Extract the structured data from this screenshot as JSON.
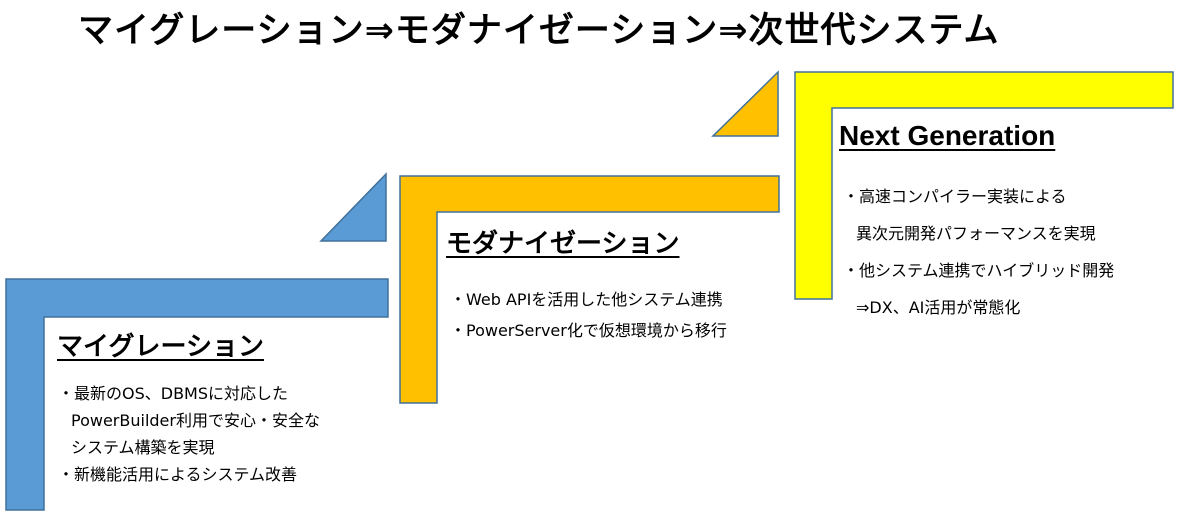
{
  "title": "マイグレーション⇒モダナイゼーション⇒次世代システム",
  "colors": {
    "migration": "#5b9bd5",
    "migration_border": "#41719c",
    "modernization": "#ffc000",
    "modernization_border": "#41719c",
    "nextgen": "#ffff00",
    "nextgen_border": "#41719c"
  },
  "steps": [
    {
      "title": "マイグレーション",
      "bullets": [
        [
          "・最新のOS、DBMSに対応した",
          "PowerBuilder利用で安心・安全な",
          "システム構築を実現"
        ],
        [
          "・新機能活用によるシステム改善"
        ]
      ]
    },
    {
      "title": "モダナイゼーション",
      "bullets": [
        [
          "・Web APIを活用した他システム連携"
        ],
        [
          "・PowerServer化で仮想環境から移行"
        ]
      ]
    },
    {
      "title": "Next Generation",
      "bullets": [
        [
          "・高速コンパイラー実装による",
          "異次元開発パフォーマンスを実現"
        ],
        [
          "・他システム連携でハイブリッド開発",
          "⇒DX、AI活用が常態化"
        ]
      ]
    }
  ]
}
